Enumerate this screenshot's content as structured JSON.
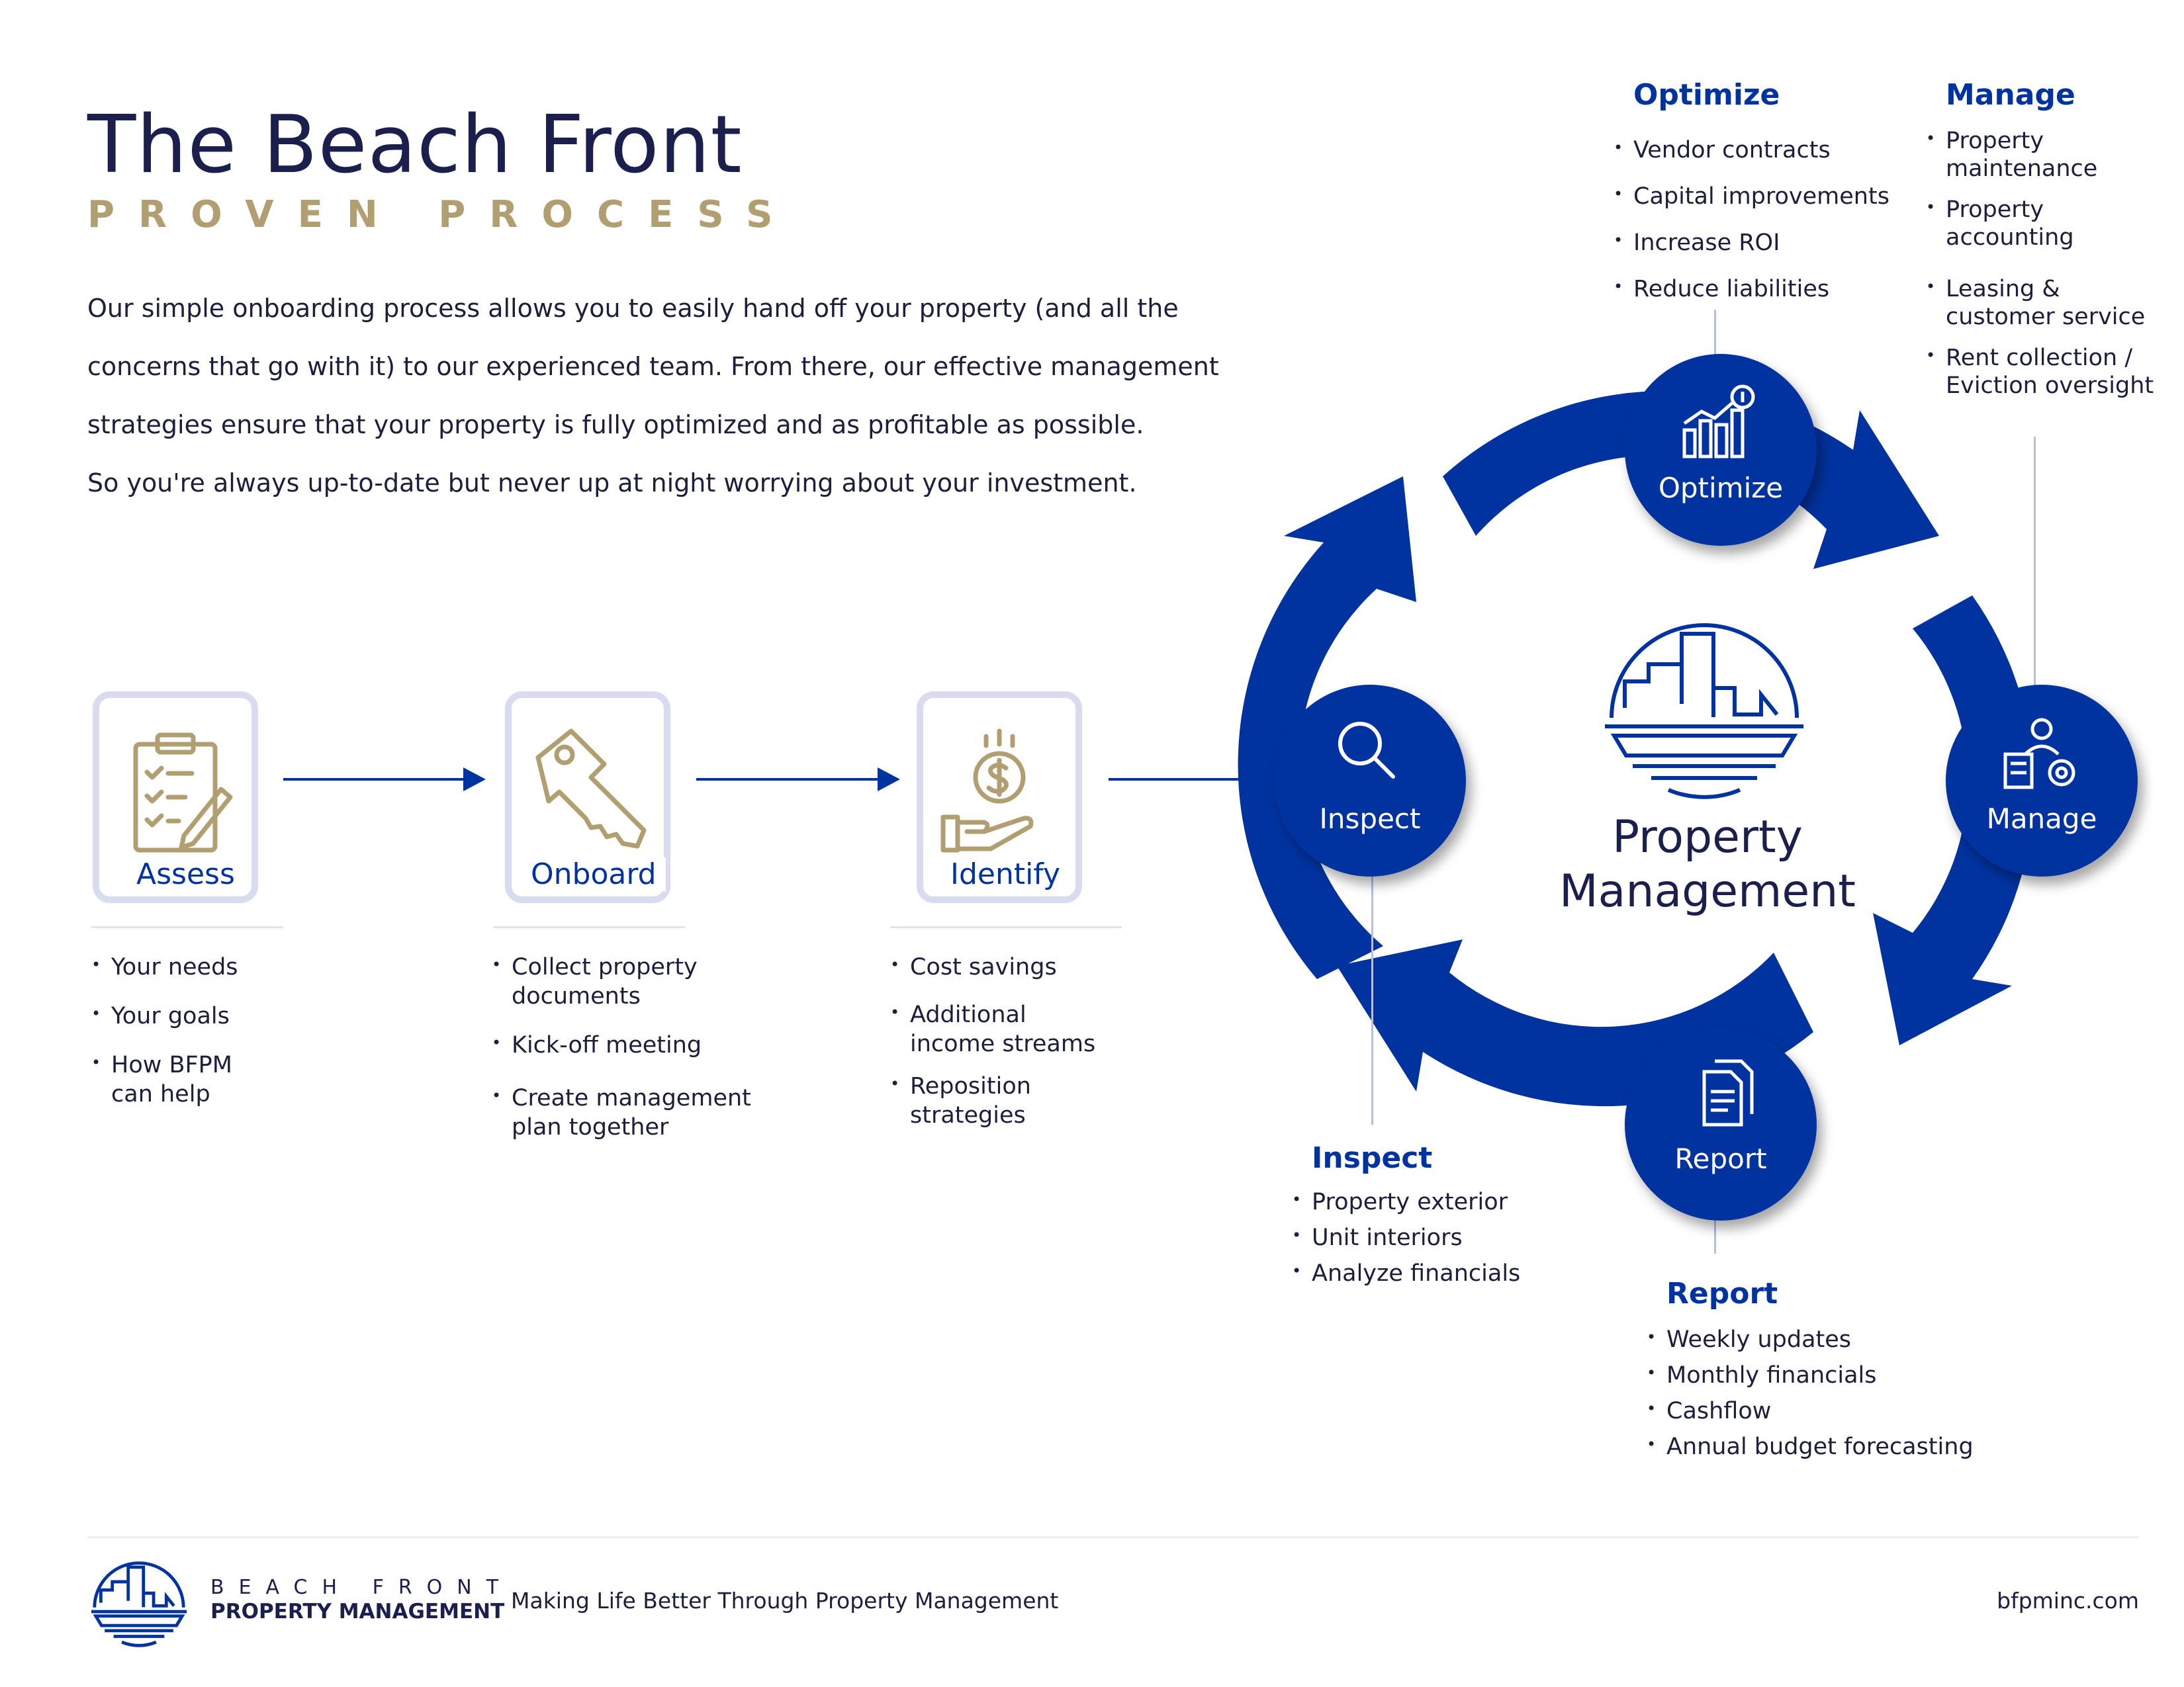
{
  "header": {
    "title": "The Beach Front",
    "subtitle": "PROVEN PROCESS"
  },
  "intro": [
    "Our simple onboarding process allows you to easily hand off your property (and all the",
    "concerns that go with it) to our experienced team. From there, our effective management",
    "strategies ensure that your property is fully optimized and as profitable as possible.",
    "So you're always up-to-date but never up at night worrying about your investment."
  ],
  "steps": [
    {
      "label": "Assess",
      "icon": "clipboard-checklist-icon",
      "bullets": [
        "Your needs",
        "Your goals",
        "How BFPM",
        "can help"
      ]
    },
    {
      "label": "Onboard",
      "icon": "key-icon",
      "bullets": [
        "Collect property",
        "documents",
        "Kick-off meeting",
        "Create management",
        "plan together"
      ]
    },
    {
      "label": "Identify",
      "icon": "money-hand-icon",
      "bullets": [
        "Cost savings",
        "Additional",
        "income streams",
        "Reposition",
        "strategies"
      ]
    }
  ],
  "cycle": {
    "center_label": [
      "Property",
      "Management"
    ],
    "nodes": [
      {
        "label": "Optimize",
        "icon": "growth-chart-icon"
      },
      {
        "label": "Manage",
        "icon": "manager-gear-icon"
      },
      {
        "label": "Report",
        "icon": "documents-icon"
      },
      {
        "label": "Inspect",
        "icon": "magnifier-icon"
      }
    ],
    "ring_color": "#0033a0"
  },
  "details": {
    "optimize": {
      "title": "Optimize",
      "items": [
        "Vendor contracts",
        "Capital improvements",
        "Increase ROI",
        "Reduce liabilities"
      ]
    },
    "manage": {
      "title": "Manage",
      "items": [
        "Property",
        "maintenance",
        "Property",
        "accounting",
        "Leasing &",
        "customer service",
        "Rent collection /",
        "Eviction oversight"
      ]
    },
    "inspect": {
      "title": "Inspect",
      "items": [
        "Property exterior",
        "Unit interiors",
        "Analyze financials"
      ]
    },
    "report": {
      "title": "Report",
      "items": [
        "Weekly updates",
        "Monthly financials",
        "Cashflow",
        "Annual budget forecasting"
      ]
    }
  },
  "footer": {
    "brand_top": "BEACH FRONT",
    "brand_bottom": "PROPERTY MANAGEMENT",
    "tagline": "Making Life Better Through Property Management",
    "website": "bfpminc.com"
  },
  "colors": {
    "navy": "#1a1f4e",
    "blue": "#0033a0",
    "gold": "#b19f72",
    "card_border": "#d9dcf0"
  }
}
